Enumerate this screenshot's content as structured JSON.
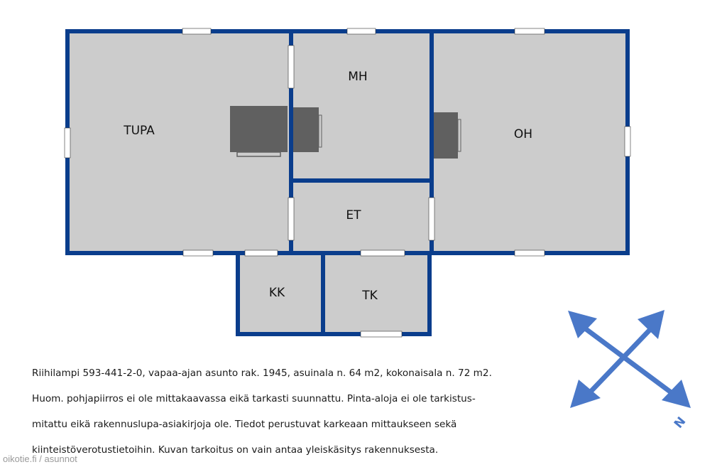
{
  "floorplan": {
    "rooms": [
      {
        "id": "tupa",
        "label": "TUPA"
      },
      {
        "id": "mh",
        "label": "MH"
      },
      {
        "id": "oh",
        "label": "OH"
      },
      {
        "id": "et",
        "label": "ET"
      },
      {
        "id": "kk",
        "label": "KK"
      },
      {
        "id": "tk",
        "label": "TK"
      }
    ],
    "colors": {
      "wall": "#0a3d8c",
      "floor": "#cccccc",
      "fireplace": "#606060",
      "compass": "#4a78c8",
      "window": "#ffffff"
    }
  },
  "compass": {
    "north_label": "N"
  },
  "description": {
    "lines": [
      "Riihilampi 593-441-2-0, vapaa-ajan asunto rak. 1945, asuinala n. 64 m2, kokonaisala n. 72 m2.",
      "Huom. pohjapiirros ei ole mittakaavassa eikä tarkasti suunnattu. Pinta-aloja ei ole tarkistus-",
      "mitattu eikä rakennuslupa-asiakirjoja ole. Tiedot perustuvat karkeaan mittaukseen sekä",
      "kiinteistöverotustietoihin. Kuvan tarkoitus on vain antaa yleiskäsitys rakennuksesta."
    ]
  },
  "watermark": "oikotie.fi / asunnot"
}
